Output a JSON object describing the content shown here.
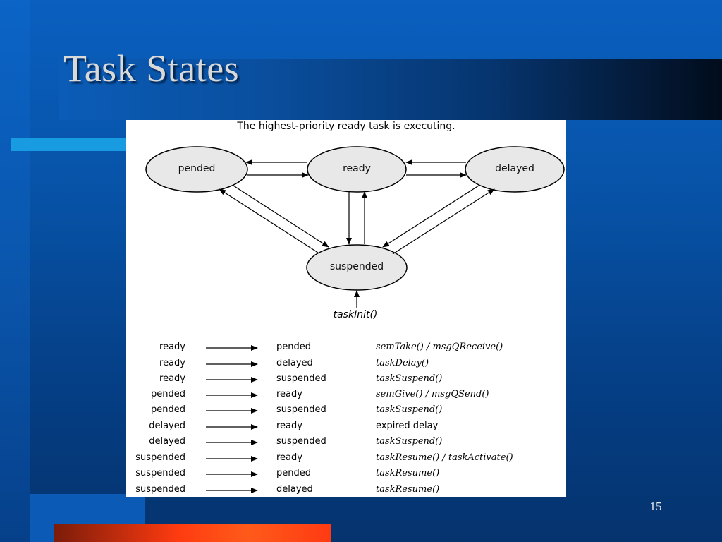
{
  "slide": {
    "title": "Task States",
    "page_number": "15"
  },
  "diagram": {
    "caption": "The highest-priority ready task is executing.",
    "nodes": {
      "pended": "pended",
      "ready": "ready",
      "delayed": "delayed",
      "suspended": "suspended"
    },
    "entry_label": "taskInit()"
  },
  "transitions": [
    {
      "from": "ready",
      "to": "pended",
      "call": "semTake() / msgQReceive()"
    },
    {
      "from": "ready",
      "to": "delayed",
      "call": "taskDelay()"
    },
    {
      "from": "ready",
      "to": "suspended",
      "call": "taskSuspend()"
    },
    {
      "from": "pended",
      "to": "ready",
      "call": "semGive() / msgQSend()"
    },
    {
      "from": "pended",
      "to": "suspended",
      "call": "taskSuspend()"
    },
    {
      "from": "delayed",
      "to": "ready",
      "call": "expired delay"
    },
    {
      "from": "delayed",
      "to": "suspended",
      "call": "taskSuspend()"
    },
    {
      "from": "suspended",
      "to": "ready",
      "call": "taskResume() / taskActivate()"
    },
    {
      "from": "suspended",
      "to": "pended",
      "call": "taskResume()"
    },
    {
      "from": "suspended",
      "to": "delayed",
      "call": "taskResume()"
    }
  ]
}
